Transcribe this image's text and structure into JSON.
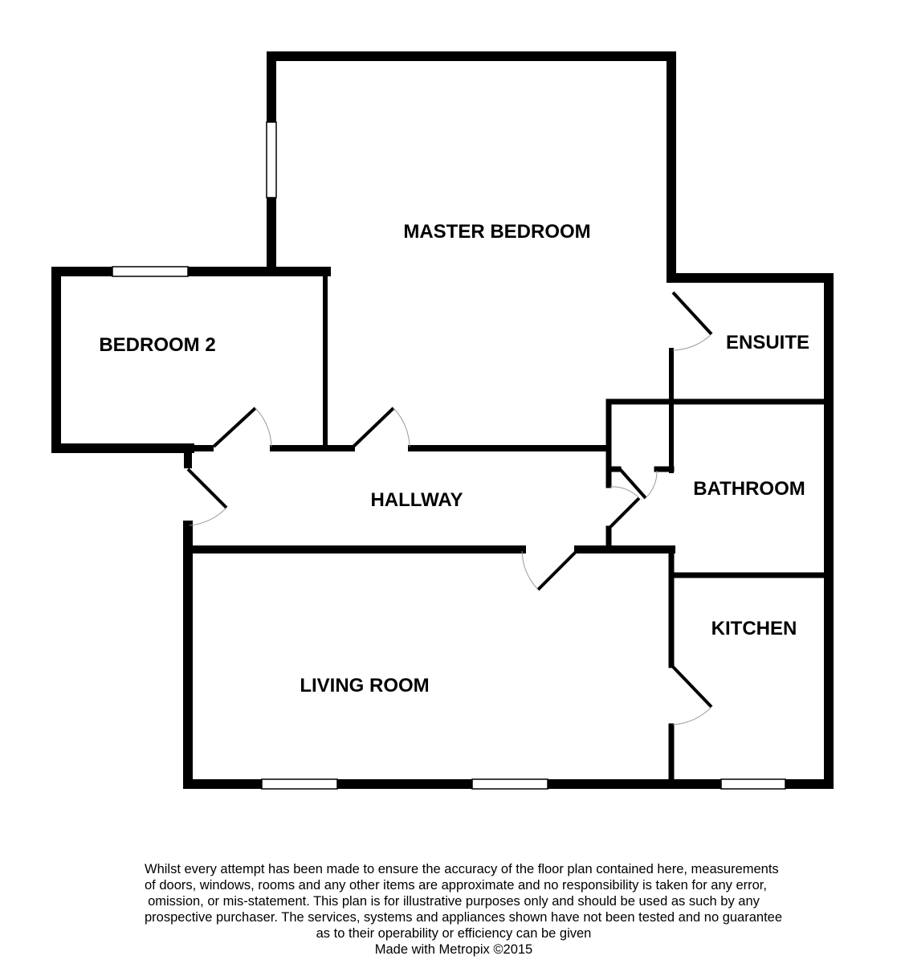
{
  "rooms": {
    "master_bedroom": "MASTER BEDROOM",
    "bedroom_2": "BEDROOM 2",
    "ensuite": "ENSUITE",
    "hallway": "HALLWAY",
    "bathroom": "BATHROOM",
    "kitchen": "KITCHEN",
    "living_room": "LIVING ROOM"
  },
  "disclaimer": {
    "lines": [
      "Whilst every attempt has been made to ensure the accuracy of the floor plan contained here, measurements",
      "of doors, windows, rooms and any other items are approximate and no responsibility is taken for any error,",
      "omission, or mis-statement. This plan is for illustrative purposes only and should be used as such by any",
      "prospective purchaser. The services, systems and appliances shown have not been tested and no guarantee",
      "as to their operability or efficiency can be given"
    ],
    "credit": "Made with Metropix ©2015"
  },
  "colors": {
    "wall": "#000000",
    "window_fill": "#ffffff",
    "door_arc": "#9a9a9a",
    "background": "#ffffff"
  }
}
